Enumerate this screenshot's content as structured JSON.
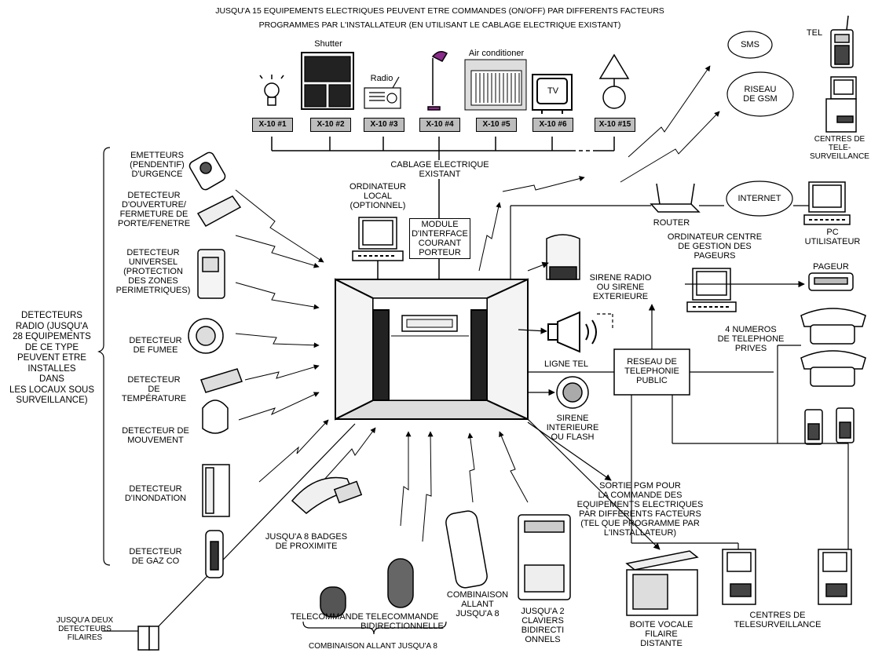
{
  "header": {
    "line1": "JUSQU'A 15 EQUIPEMENTS ELECTRIQUES PEUVENT ETRE COMMANDES (ON/OFF) PAR DIFFERENTS FACTEURS",
    "line2": "PROGRAMMES PAR L'INSTALLATEUR (EN UTILISANT LE CABLAGE ELECTRIQUE EXISTANT)"
  },
  "appliances": {
    "shutter": "Shutter",
    "radio": "Radio",
    "air_conditioner": "Air conditioner",
    "tv": "TV"
  },
  "x10_modules": [
    "X-10 #1",
    "X-10 #2",
    "X-10 #3",
    "X-10 #4",
    "X-10 #5",
    "X-10 #6",
    "X-10 #15"
  ],
  "center": {
    "cablage": "CABLAGE ELECTRIQUE\nEXISTANT",
    "ordinateur_local": "ORDINATEUR\nLOCAL\n(OPTIONNEL)",
    "module_interface": "MODULE\nD'INTERFACE\nCOURANT\nPORTEUR"
  },
  "detectors": {
    "group_label": "DETECTEURS\nRADIO  (JUSQU'A\n28 EQUIPEMENTS\nDE CE TYPE\nPEUVENT ETRE\nINSTALLES\nDANS\nLES LOCAUX SOUS\nSURVEILLANCE)",
    "emetteurs": "EMETTEURS\n(PENDENTIF)\nD'URGENCE",
    "ouverture": "DETECTEUR\nD'OUVERTURE/\nFERMETURE DE\nPORTE/FENETRE",
    "universel": "DETECTEUR\nUNIVERSEL\n(PROTECTION\nDES ZONES\nPERIMETRIQUES)",
    "fumee": "DETECTEUR\nDE FUMEE",
    "temperature": "DETECTEUR\nDE\nTEMPÉRATURE",
    "mouvement": "DETECTEUR DE\nMOUVEMENT",
    "inondation": "DETECTEUR\nD'INONDATION",
    "gaz": "DETECTEUR\nDE GAZ CO",
    "filaires": "JUSQU'A DEUX\nDETECTEURS\nFILAIRES"
  },
  "bottom": {
    "badges": "JUSQU'A 8 BADGES\nDE PROXIMITE",
    "telecommande": "TELECOMMANDE",
    "telecommande_bidir": "TELECOMMANDE\nBIDIRECTIONNELLE",
    "combinaison": "COMBINAISON\nALLANT\nJUSQU'A 8",
    "claviers": "JUSQU'A 2\nCLAVIERS\nBIDIRECTI\nONNELS",
    "combinaison_bottom": "COMBINAISON ALLANT JUSQU'A 8",
    "boite_vocale": "BOITE VOCALE\nFILAIRE\nDISTANTE",
    "centres_bottom": "CENTRES DE\nTELESURVEILLANCE"
  },
  "right": {
    "sms": "SMS",
    "tel": "TEL",
    "gsm": "RISEAU\nDE GSM",
    "centres_top": "CENTRES DE\nTELE-\nSURVEILLANCE",
    "internet": "INTERNET",
    "router": "ROUTER",
    "pc": "PC\nUTILISATEUR",
    "pageurs": "ORDINATEUR CENTRE\nDE GESTION DES\nPAGEURS",
    "pageur": "PAGEUR",
    "sirene_radio": "SIRENE RADIO\nOU SIRENE\nEXTERIEURE",
    "numeros": "4 NUMEROS\nDE TELEPHONE\nPRIVES",
    "ligne_tel": "LIGNE TEL",
    "reseau": "RESEAU DE\nTELEPHONIE\nPUBLIC",
    "sirene_int": "SIRENE\nINTERIEURE\nOU FLASH",
    "sortie_pgm": "SORTIE PGM POUR\nLA COMMANDE DES\nEQUIPEMENTS ELECTRIQUES\nPAR DIFFERENTS FACTEURS\n(TEL QUE PROGRAMME PAR\nL'INSTALLATEUR)"
  }
}
